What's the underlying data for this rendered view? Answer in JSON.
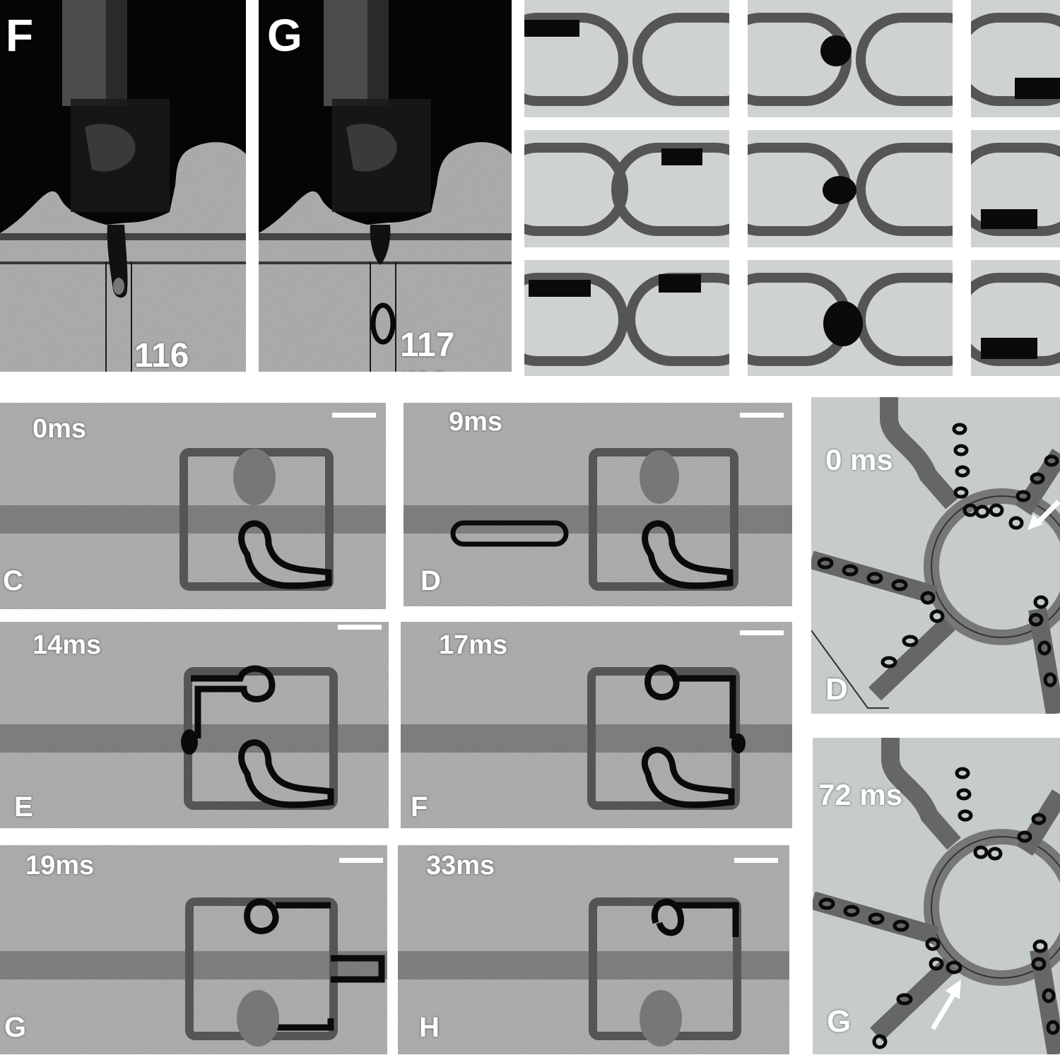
{
  "colors": {
    "background": "#ffffff",
    "grainy_panel": "#9a9a9a",
    "dark_region": "#050505",
    "light_panel": "#cfd3d0",
    "droplet": "#0a0a0a",
    "label": "#ffffff"
  },
  "top_panels": {
    "f": {
      "letter": "F",
      "time": "116 ms"
    },
    "g": {
      "letter": "G",
      "time": "117 ms"
    }
  },
  "loop_panels": {
    "c": {
      "time": "0ms",
      "letter": "C"
    },
    "d": {
      "time": "9ms",
      "letter": "D"
    },
    "e": {
      "time": "14ms",
      "letter": "E"
    },
    "f": {
      "time": "17ms",
      "letter": "F"
    },
    "g": {
      "time": "19ms",
      "letter": "G"
    },
    "h": {
      "time": "33ms",
      "letter": "H"
    }
  },
  "star_panels": {
    "d": {
      "time": "0 ms",
      "letter": "D"
    },
    "g": {
      "time": "72 ms",
      "letter": "G"
    }
  },
  "icons": [
    "scale-bar-icon",
    "arrow-icon"
  ]
}
